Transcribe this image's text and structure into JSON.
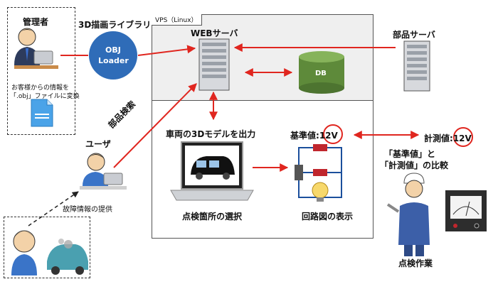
{
  "admin": {
    "title": "管理者",
    "note_line1": "お客様からの情報を",
    "note_line2": "「.obj」ファイルに変換"
  },
  "library": {
    "title": "3D描画ライブラリ",
    "obj_line1": "OBJ",
    "obj_line2": "Loader"
  },
  "vps": {
    "tag": "VPS（Linux）",
    "web_server": "WEBサーバ",
    "db": "DB"
  },
  "parts_server": {
    "title": "部品サーバ"
  },
  "user": {
    "title": "ユーザ",
    "parts_search": "部品検索",
    "fault_info": "故障情報の提供"
  },
  "model_output": {
    "title": "車両の3Dモデルを出力",
    "select": "点検箇所の選択"
  },
  "circuit": {
    "reference": "基準値",
    "reference_value": "12V",
    "display": "回路図の表示"
  },
  "measurement": {
    "title": "計測値",
    "value": "12V"
  },
  "compare": {
    "line1": "「基準値」と",
    "line2": "「計測値」の比較"
  },
  "inspection": {
    "title": "点検作業"
  },
  "colors": {
    "arrow": "#e0261f",
    "obj_loader": "#2f6cb8",
    "db": "#5e8a3a",
    "highlight_circle": "#e0261f"
  }
}
